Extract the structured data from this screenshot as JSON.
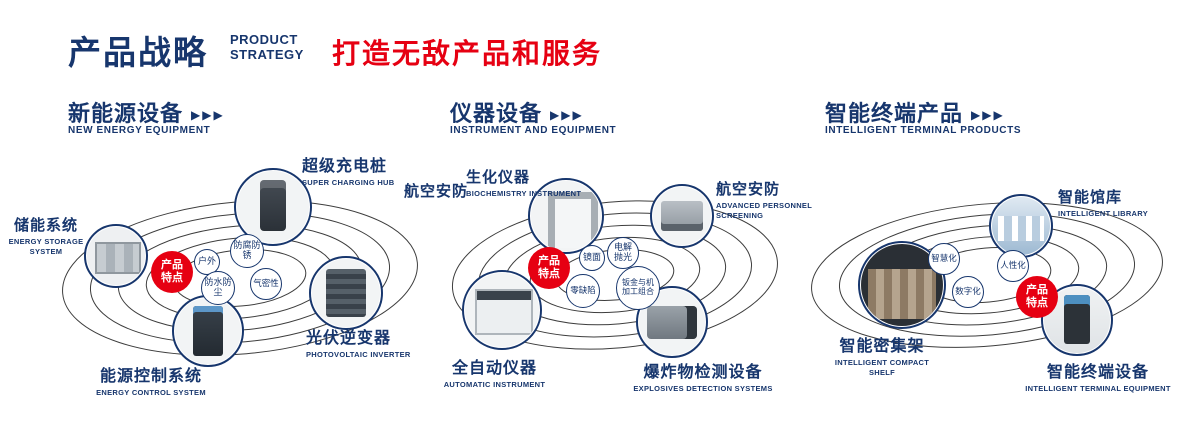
{
  "colors": {
    "navy": "#17366d",
    "red": "#e60012",
    "orbit": "#3d3d3d"
  },
  "arrows": "▶▶▶",
  "header": {
    "title": "产品战略",
    "subtitle_lines": [
      "PRODUCT",
      "STRATEGY"
    ],
    "tagline": "打造无敌产品和服务"
  },
  "sections": [
    {
      "title": "新能源设备",
      "subtitle": "NEW ENERGY EQUIPMENT",
      "badge": "产品特点",
      "features": [
        "户外",
        "防腐防锈",
        "防水防尘",
        "气密性"
      ],
      "products": [
        {
          "name": "储能系统",
          "en": "ENERGY STORAGE SYSTEM"
        },
        {
          "name": "超级充电桩",
          "en": "SUPER CHARGING HUB"
        },
        {
          "name": "光伏逆变器",
          "en": "PHOTOVOLTAIC INVERTER"
        },
        {
          "name": "能源控制系统",
          "en": "ENERGY CONTROL SYSTEM"
        }
      ]
    },
    {
      "title": "仪器设备",
      "subtitle": "INSTRUMENT AND EQUIPMENT",
      "badge": "产品特点",
      "side_label": "航空安防",
      "features": [
        "镜面",
        "电解抛光",
        "零缺陷",
        "钣金与机加工组合"
      ],
      "products": [
        {
          "name": "生化仪器",
          "en": "BIOCHEMISTRY INSTRUMENT"
        },
        {
          "name": "航空安防",
          "en": "ADVANCED PERSONNEL SCREENING"
        },
        {
          "name": "全自动仪器",
          "en": "AUTOMATIC INSTRUMENT"
        },
        {
          "name": "爆炸物检测设备",
          "en": "EXPLOSIVES DETECTION SYSTEMS"
        }
      ]
    },
    {
      "title": "智能终端产品",
      "subtitle": "INTELLIGENT TERMINAL PRODUCTS",
      "badge": "产品特点",
      "features": [
        "智慧化",
        "人性化",
        "数字化"
      ],
      "products": [
        {
          "name": "智能馆库",
          "en": "INTELLIGENT LIBRARY"
        },
        {
          "name": "智能密集架",
          "en": "INTELLIGENT COMPACT SHELF"
        },
        {
          "name": "智能终端设备",
          "en": "INTELLIGENT TERMINAL EQUIPMENT"
        }
      ]
    }
  ]
}
